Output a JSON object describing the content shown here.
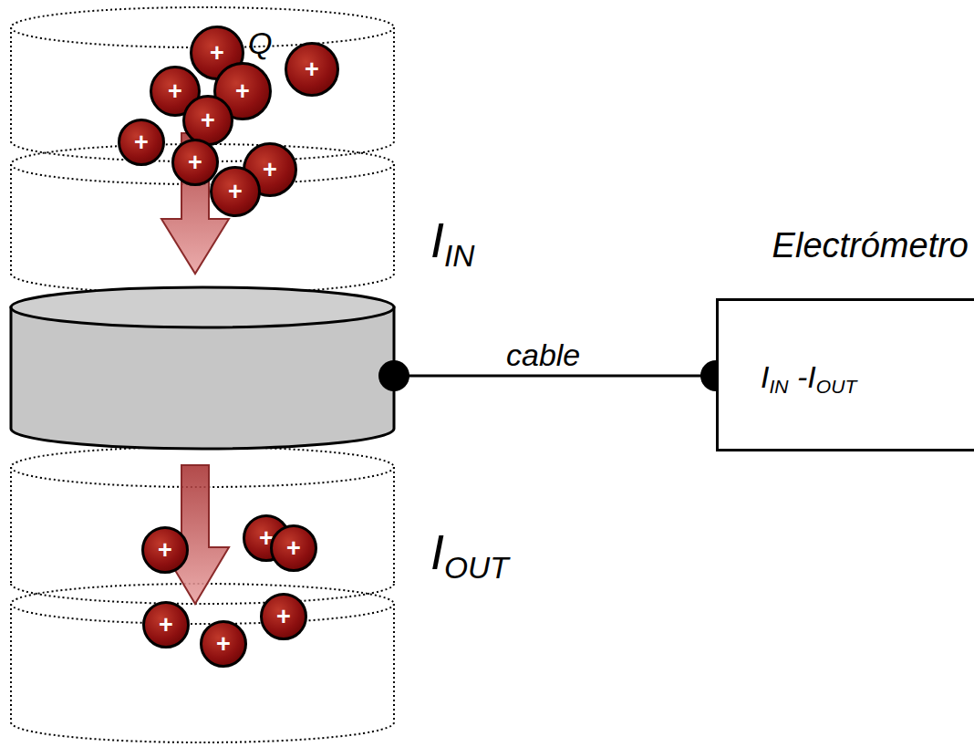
{
  "diagram": {
    "nodes": [
      {
        "text": [
          "Electrómetro",
          "IIN -IOUT"
        ]
      },
      {
        "text": [
          "+"
        ]
      },
      {
        "text": [
          "+"
        ]
      },
      {
        "text": [
          "+"
        ]
      },
      {
        "text": [
          "+"
        ]
      },
      {
        "text": [
          "+"
        ]
      },
      {
        "text": [
          "+"
        ]
      },
      {
        "text": [
          "+"
        ]
      },
      {
        "text": [
          "+"
        ]
      },
      {
        "text": [
          "+"
        ]
      },
      {
        "text": [
          "+"
        ]
      },
      {
        "text": [
          "+"
        ]
      },
      {
        "text": [
          "+"
        ]
      },
      {
        "text": [
          "+"
        ]
      },
      {
        "text": [
          "+"
        ]
      },
      {
        "text": [
          "+"
        ]
      }
    ],
    "edges": [],
    "labels": [
      "Q",
      "IIN",
      "cable",
      "IOUT"
    ]
  }
}
